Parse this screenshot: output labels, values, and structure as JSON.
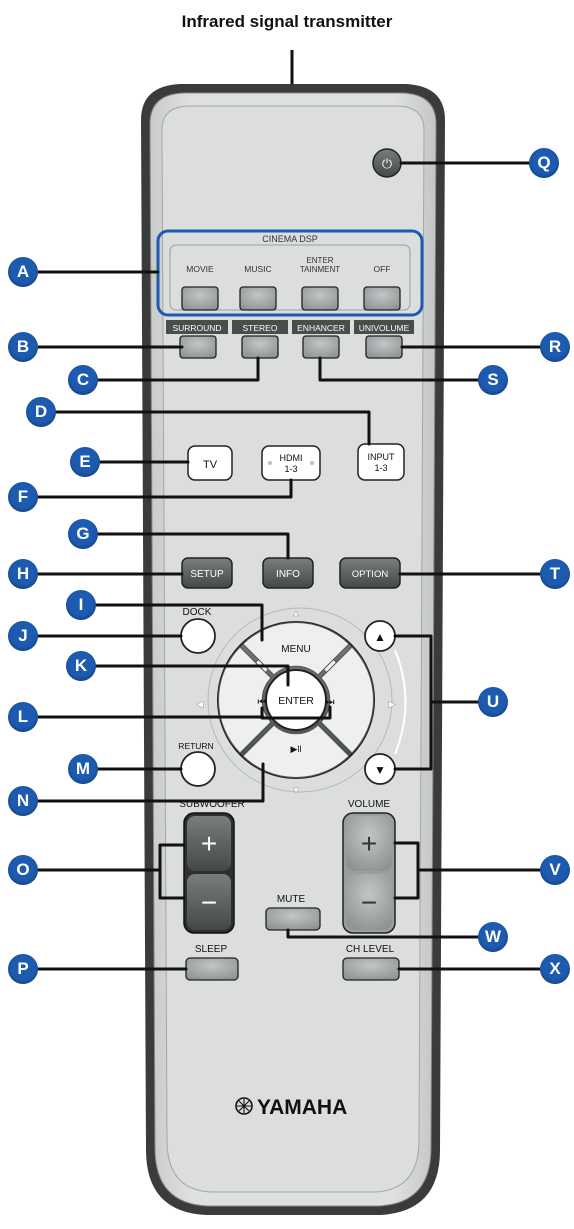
{
  "title": "Infrared signal transmitter",
  "brand": "YAMAHA",
  "panel": {
    "cinema_dsp": "CINEMA DSP",
    "movie": "MOVIE",
    "music": "MUSIC",
    "enter_1": "ENTER",
    "enter_2": "TAINMENT",
    "off": "OFF",
    "surround": "SURROUND",
    "stereo": "STEREO",
    "enhancer": "ENHANCER",
    "univolume": "UNIVOLUME",
    "tv": "TV",
    "hdmi_1": "HDMI",
    "hdmi_2": "1-3",
    "input_1": "INPUT",
    "input_2": "1-3",
    "setup": "SETUP",
    "info": "INFO",
    "option": "OPTION",
    "dock": "DOCK",
    "menu": "MENU",
    "enter": "ENTER",
    "return": "RETURN",
    "subwoofer": "SUBWOOFER",
    "volume": "VOLUME",
    "mute": "MUTE",
    "sleep": "SLEEP",
    "ch_level": "CH LEVEL",
    "plus": "+",
    "minus": "−",
    "power_glyph": "⏻",
    "prev_glyph": "⏮",
    "next_glyph": "⏭",
    "play_glyph": "▶ll",
    "up_glyph": "▲",
    "down_glyph": "▼"
  },
  "callouts": [
    "A",
    "B",
    "C",
    "D",
    "E",
    "F",
    "G",
    "H",
    "I",
    "J",
    "K",
    "L",
    "M",
    "N",
    "O",
    "P",
    "Q",
    "R",
    "S",
    "T",
    "U",
    "V",
    "W",
    "X"
  ],
  "colors": {
    "badge": "#1d5bb0",
    "body": "#d7d9d9",
    "dark_button": "#5c5f60",
    "white_button": "#ffffff",
    "key": "#a9adae"
  }
}
